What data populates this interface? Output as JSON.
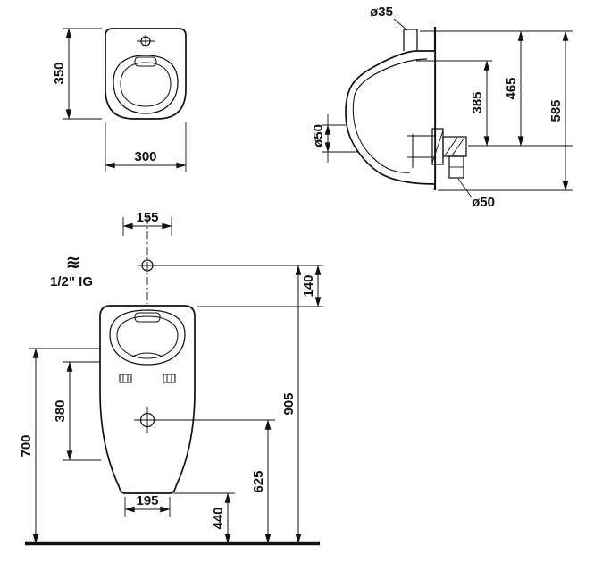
{
  "colors": {
    "ink": "#111111",
    "background": "#ffffff"
  },
  "front_small": {
    "dim_height": "350",
    "dim_width": "300"
  },
  "side": {
    "dim_inlet_diameter": "ø35",
    "dim_front_diameter": "ø50",
    "dim_rim_to_outlet": "385",
    "dim_mid_height": "465",
    "dim_total_height": "585",
    "dim_outlet_diameter": "ø50"
  },
  "front_large": {
    "dim_top_offset": "155",
    "dim_supply_drop": "140",
    "dim_basin_height": "380",
    "dim_rim_height": "700",
    "dim_bottom_width": "195",
    "dim_bottom_height": "440",
    "dim_drain_height": "625",
    "dim_supply_height": "905",
    "water_symbol": "≋",
    "connection_label": "1/2\" IG"
  }
}
